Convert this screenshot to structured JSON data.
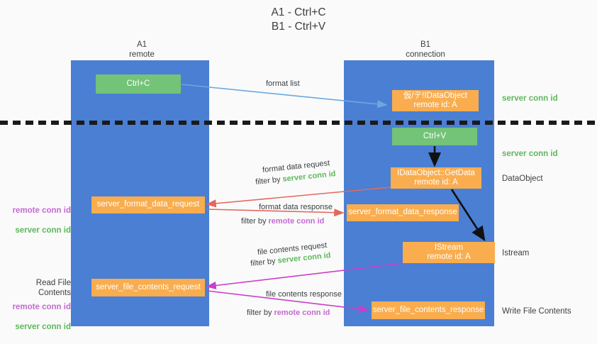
{
  "title": "A1 - Ctrl+C\nB1 - Ctrl+V",
  "columns": {
    "a": "A1\nremote",
    "b": "B1\nconnection"
  },
  "boxes": {
    "ctrl_c": "Ctrl+C",
    "idataobject": "仮/テ!IDataObject\nremote id: A",
    "ctrl_v": "Ctrl+V",
    "getdata": "IDataObject::GetData\nremote id: A",
    "server_format_data_request": "server_format_data_request",
    "server_format_data_response": "server_format_data_response",
    "istream": "IStream\nremote id: A",
    "server_file_contents_request": "server_file_contents_request",
    "server_file_contents_response": "server_file_contents_response"
  },
  "right_labels": {
    "server_conn_id_top": "server conn id",
    "server_conn_id_mid": "server conn id",
    "dataobject": "DataObject",
    "istream": "Istream",
    "write_file_contents": "Write File Contents"
  },
  "left_labels": {
    "remote_conn_id_1": "remote conn id",
    "server_conn_id_1": "server conn id",
    "read_file_contents": "Read File Contents",
    "remote_conn_id_2": "remote conn id",
    "server_conn_id_2": "server conn id"
  },
  "arrow_labels": {
    "format_list": "format list",
    "format_data_request": "format data request",
    "filter_by_1": "filter by ",
    "filter_by_1_id": "server conn id",
    "format_data_response": "format data response",
    "filter_by_2": "filter by ",
    "filter_by_2_id": "remote conn id",
    "file_contents_request": "file contents request",
    "filter_by_3": "filter by ",
    "filter_by_3_id": "server conn id",
    "file_contents_response": "file contents response",
    "filter_by_4": "filter by ",
    "filter_by_4_id": "remote conn id"
  },
  "colors": {
    "lane": "#4a7fd4",
    "green_box": "#73c378",
    "orange_box": "#f9ad4e",
    "server_conn_id": "#5cb85c",
    "remote_conn_id": "#c46ad1",
    "arrow_blue": "#6aa9e0",
    "arrow_red": "#e2685f",
    "arrow_magenta": "#c93fc9",
    "arrow_black": "#111111",
    "background": "#fafafa"
  }
}
